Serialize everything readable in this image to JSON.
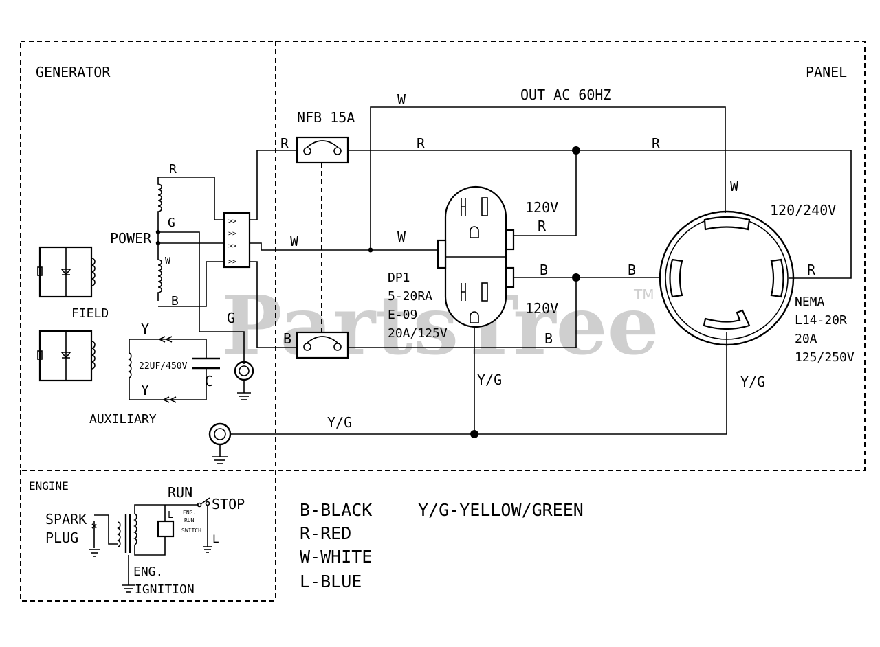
{
  "sections": {
    "generator": "GENERATOR",
    "panel": "PANEL",
    "engine": "ENGINE"
  },
  "generator": {
    "power_label": "POWER",
    "field_label": "FIELD",
    "auxiliary_label": "AUXILIARY",
    "coil_taps": {
      "r": "R",
      "g": "G",
      "w": "W",
      "b": "B"
    },
    "ground_lead": "G",
    "aux_capacitor": {
      "rating": "22UF/450V",
      "label": "C",
      "lead_top": "Y",
      "lead_bottom": "Y"
    }
  },
  "panel": {
    "breaker_label": "NFB 15A",
    "breaker_r": "R",
    "breaker_b": "B",
    "output_label": "OUT  AC  60HZ",
    "wires": {
      "w_top": "W",
      "r_top": "R",
      "r_top_right": "R",
      "w_mid_left": "W",
      "w_mid": "W",
      "r_rcpt": "R",
      "b_rcpt": "B",
      "b_to_lock": "B",
      "b_bottom": "B",
      "w_lock": "W",
      "r_lock": "R",
      "yg_rcpt": "Y/G",
      "yg_lock": "Y/G",
      "yg_ground": "Y/G"
    },
    "receptacle": {
      "voltage_top": "120V",
      "voltage_bottom": "120V",
      "spec": [
        "DP1",
        "5-20RA",
        "E-09",
        "20A/125V"
      ]
    },
    "twistlock": {
      "voltage": "120/240V",
      "spec": [
        "NEMA",
        "L14-20R",
        "20A",
        "125/250V"
      ]
    }
  },
  "engine": {
    "spark_plug": [
      "SPARK",
      "PLUG"
    ],
    "run": "RUN",
    "stop": "STOP",
    "switch_label": [
      "ENG.",
      "RUN",
      "SWITCH"
    ],
    "l_top": "L",
    "l_bottom": "L",
    "ignition": [
      "ENG.",
      "IGNITION"
    ]
  },
  "legend": {
    "items": [
      "B-BLACK",
      "R-RED",
      "W-WHITE",
      "L-BLUE"
    ],
    "yg": "Y/G-YELLOW/GREEN"
  },
  "watermark": {
    "text": "PartsTree",
    "tm": "TM"
  }
}
